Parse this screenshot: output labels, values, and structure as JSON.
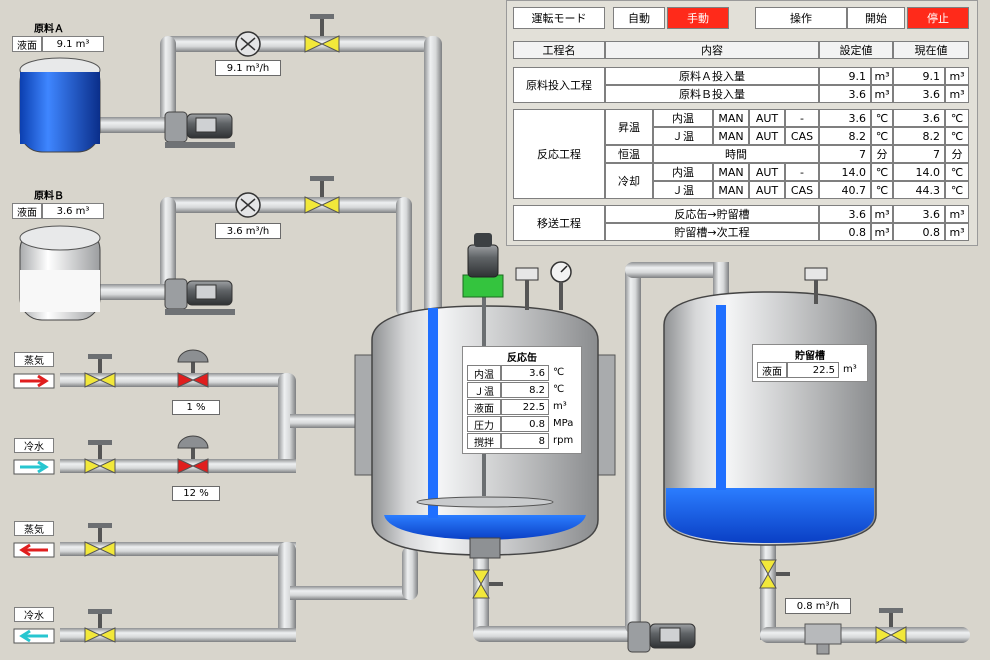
{
  "top": {
    "mode_label": "運転モード",
    "auto_label": "自動",
    "manual_label": "手動",
    "op_label": "操作",
    "start_label": "開始",
    "stop_label": "停止"
  },
  "table": {
    "headers": [
      "工程名",
      "内容",
      "設定値",
      "現在値"
    ],
    "feed_process": "原料投入工程",
    "feed_rows": [
      {
        "content": "原料Ａ投入量",
        "set": "9.1",
        "cur": "9.1",
        "unit": "m³"
      },
      {
        "content": "原料Ｂ投入量",
        "set": "3.6",
        "cur": "3.6",
        "unit": "m³"
      }
    ],
    "react_process": "反応工程",
    "heat_label": "昇温",
    "hold_label": "恒温",
    "cool_label": "冷却",
    "react_rows": [
      {
        "item": "内温",
        "m1": "MAN",
        "m2": "AUT",
        "m3": "-",
        "set": "3.6",
        "cur": "3.6",
        "unit": "℃"
      },
      {
        "item": "Ｊ温",
        "m1": "MAN",
        "m2": "AUT",
        "m3": "CAS",
        "set": "8.2",
        "cur": "8.2",
        "unit": "℃"
      },
      {
        "item": "時間",
        "set": "7",
        "cur": "7",
        "unit": "分"
      },
      {
        "item": "内温",
        "m1": "MAN",
        "m2": "AUT",
        "m3": "-",
        "set": "14.0",
        "cur": "14.0",
        "unit": "℃"
      },
      {
        "item": "Ｊ温",
        "m1": "MAN",
        "m2": "AUT",
        "m3": "CAS",
        "set": "40.7",
        "cur": "44.3",
        "unit": "℃"
      }
    ],
    "transfer_process": "移送工程",
    "transfer_rows": [
      {
        "content": "反応缶→貯留槽",
        "set": "3.6",
        "cur": "3.6",
        "unit": "m³"
      },
      {
        "content": "貯留槽→次工程",
        "set": "0.8",
        "cur": "0.8",
        "unit": "m³"
      }
    ]
  },
  "tank_a": {
    "title": "原料Ａ",
    "level_label": "液面",
    "level": "9.1 m³"
  },
  "tank_b": {
    "title": "原料Ｂ",
    "level_label": "液面",
    "level": "3.6 m³"
  },
  "flow_a": "9.1 m³/h",
  "flow_b": "3.6 m³/h",
  "flow_out": "0.8 m³/h",
  "utilities": {
    "steam_in": "蒸気",
    "cool_in": "冷水",
    "steam_out": "蒸気",
    "cool_out": "冷水",
    "steam_valve": "1 %",
    "cool_valve": "12 %"
  },
  "reactor": {
    "title": "反応缶",
    "rows": [
      {
        "label": "内温",
        "value": "3.6",
        "unit": "℃"
      },
      {
        "label": "Ｊ温",
        "value": "8.2",
        "unit": "℃"
      },
      {
        "label": "液面",
        "value": "22.5",
        "unit": "m³"
      },
      {
        "label": "圧力",
        "value": "0.8",
        "unit": "MPa"
      },
      {
        "label": "撹拌",
        "value": "8",
        "unit": "rpm"
      }
    ]
  },
  "storage": {
    "title": "貯留槽",
    "level_label": "液面",
    "level": "22.5",
    "unit": "m³"
  },
  "colors": {
    "accent_red": "#ff2a1a",
    "liquid_blue": "#1f6fff",
    "pipe_gray": "#b9bbbd",
    "valve_yellow": "#f2e83a",
    "valve_red": "#e01e1e"
  }
}
